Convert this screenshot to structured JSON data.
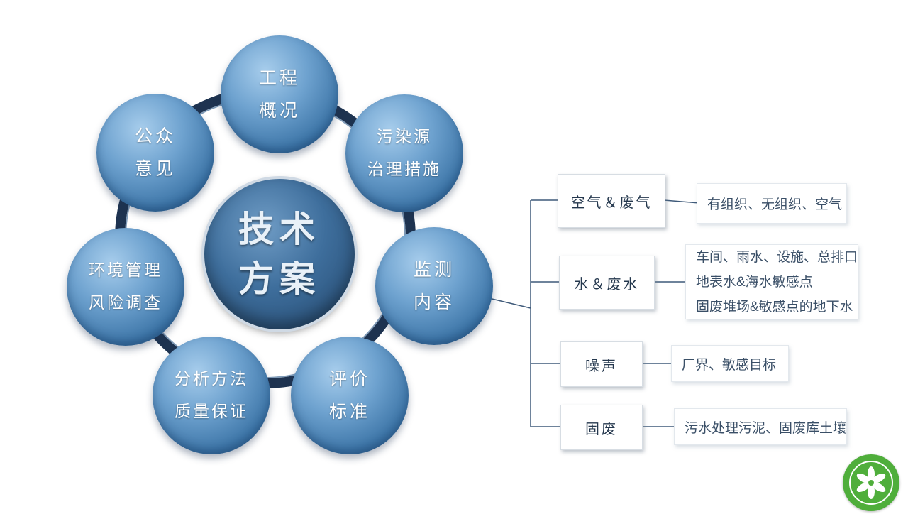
{
  "center": {
    "line1": "技术",
    "line2": "方案"
  },
  "nodes": {
    "project": {
      "line1": "工程",
      "line2": "概况"
    },
    "pollution": {
      "line1": "污染源",
      "line2": "治理措施"
    },
    "monitoring": {
      "line1": "监测",
      "line2": "内容"
    },
    "standard": {
      "line1": "评价",
      "line2": "标准"
    },
    "method": {
      "line1": "分析方法",
      "line2": "质量保证"
    },
    "environment": {
      "line1": "环境管理",
      "line2": "风险调查"
    },
    "public": {
      "line1": "公众",
      "line2": "意见"
    }
  },
  "branches": [
    {
      "label": "空气＆废气",
      "details": [
        "有组织、无组织、空气"
      ]
    },
    {
      "label": "水＆废水",
      "details": [
        "车间、雨水、设施、总排口",
        "地表水&海水敏感点",
        "固废堆场&敏感点的地下水"
      ]
    },
    {
      "label": "噪声",
      "details": [
        "厂界、敏感目标"
      ]
    },
    {
      "label": "固废",
      "details": [
        "污水处理污泥、固废库土壤"
      ]
    }
  ],
  "colors": {
    "ring": "#1e3350",
    "bubble": "#4f86b8",
    "center": "#2f5b87",
    "connector": "#3f5a7a",
    "logo": "#4fae3b"
  },
  "icons": {
    "logo": "leaf-logo-icon"
  }
}
